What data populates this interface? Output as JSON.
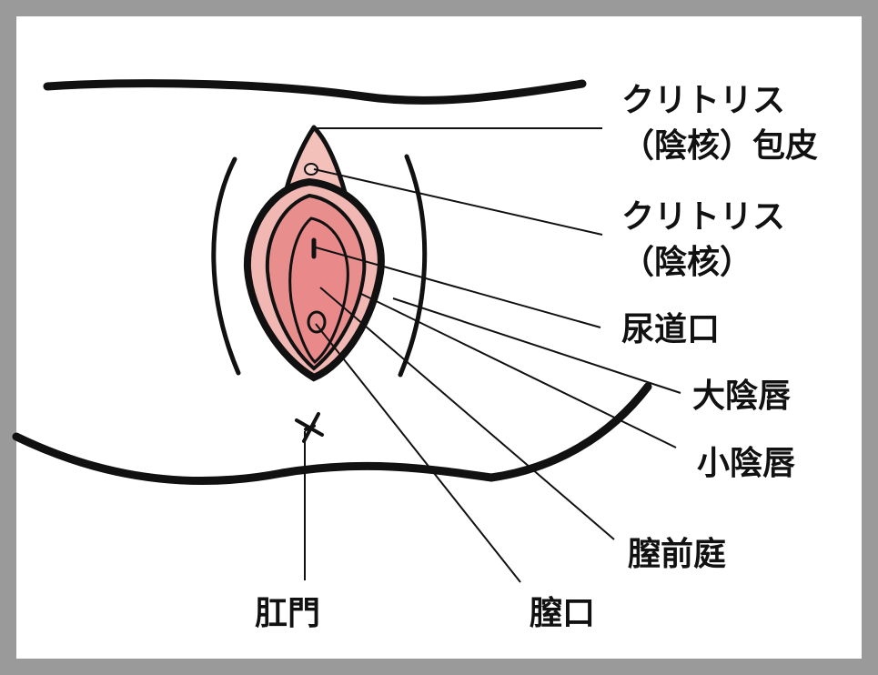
{
  "labels": {
    "clitoral_hood_line1": "クリトリス",
    "clitoral_hood_line2": "（陰核）包皮",
    "clitoris_line1": "クリトリス",
    "clitoris_line2": "（陰核）",
    "urethral_opening": "尿道口",
    "labia_majora": "大陰唇",
    "labia_minora": "小陰唇",
    "vestibule": "膣前庭",
    "vaginal_opening": "膣口",
    "anus": "肛門"
  },
  "colors": {
    "frame": "#9a9a9a",
    "ink": "#111111",
    "labia_outer": "#f1b7b2",
    "labia_inner": "#e88f8e",
    "hood": "#f3c0ba"
  }
}
